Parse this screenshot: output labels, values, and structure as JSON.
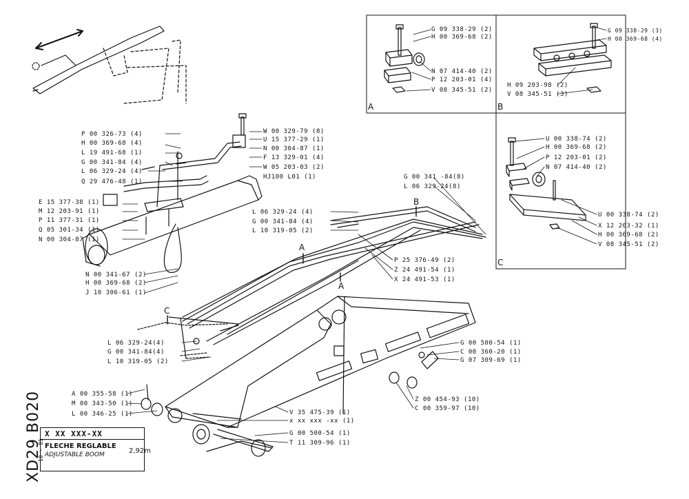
{
  "sheet": {
    "code": "XD29 B020",
    "date": "10 - 81",
    "number": "X XX XXX-XX",
    "title_fr": "FLECHE REGLABLE",
    "title_en": "ADJUSTABLE BOOM",
    "length": "2,92m"
  },
  "detail_boxes": {
    "a": {
      "letter": "A"
    },
    "b": {
      "letter": "B"
    },
    "c": {
      "letter": "C"
    }
  },
  "section_markers": {
    "a1": "A",
    "a2": "A",
    "b": "B",
    "c": "C"
  },
  "box_a_parts": [
    "G 09 338-29 (2)",
    "H 00 369-68 (2)",
    "N 07 414-40 (2)",
    "P 12 203-01 (4)",
    "V 08 345-51 (2)"
  ],
  "box_b_parts": [
    "G 09 338-29 (3)",
    "H 00 369-68 (4)",
    "H 09 203-98 (2)",
    "V 08 345-51 (3)"
  ],
  "box_c_parts": [
    "U 00 338-74 (2)",
    "H 00 369-68 (2)",
    "P 12 203-01 (2)",
    "N 07 414-40 (2)",
    "U 00 338-74 (2)",
    "X 12 203-32 (1)",
    "H 00 369-68 (2)",
    "V 08 345-51 (2)"
  ],
  "cylinder_left_parts": [
    "P 00 326-73 (4)",
    "H 00 369-68 (4)",
    "L 19 491-68 (1)",
    "G 00 341-84 (4)",
    "L 06 329-24 (4)",
    "Q 29 476-48 (1)",
    "E 15 377-38 (1)",
    "M 12 203-91 (1)",
    "P 11 377-31 (1)",
    "Q 05 301-34 (1)",
    "N 00 304-87 (1)"
  ],
  "cylinder_right_parts": [
    "W 00 329-79 (8)",
    "U 15 377-29 (1)",
    "N 00 304-87 (1)",
    "F 13 329-01 (4)",
    "W 05 203-03 (2)",
    "HJ100 L01 (1)"
  ],
  "cylinder_bottom_parts": [
    "N 00 341-67 (2)",
    "H 00 369-68 (2)",
    "J 10 306-61 (1)"
  ],
  "pipe_parts": [
    "G 00 341 -84(8)",
    "L 06 329-24(8)",
    "L 06 329-24 (4)",
    "G 00 341-84 (4)",
    "L 10 319-05 (2)",
    "P 25 376-49 (2)",
    "Z 24 491-54 (1)",
    "X 24 491-53 (1)"
  ],
  "hose_parts": [
    "L 06 329-24(4)",
    "G 00 341-84(4)",
    "L 10 319-05 (2)"
  ],
  "boom_parts": [
    "G 00 500-54 (1)",
    "C 00 360-20 (1)",
    "G 07 309-69 (1)",
    "Z 00 454-93 (10)",
    "C 00 359-97 (10)",
    "V 35 475-39 (1)",
    "x xx xxx -xx (1)",
    "G 00 500-54 (1)",
    "T 11 309-96 (1)"
  ],
  "pivot_parts": [
    "A 00 355-58 (1)",
    "M 00 343-50 (1)",
    "L 00 346-25 (1)"
  ]
}
